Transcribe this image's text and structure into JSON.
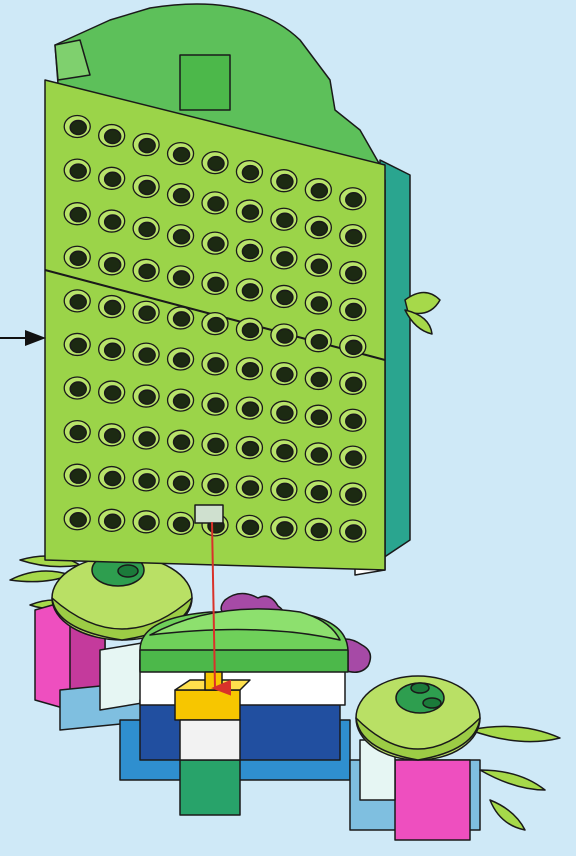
{
  "step": {
    "background_color": "#cfe9f7",
    "assembly_arrow": {
      "direction": "right",
      "meaning": "attach-sub-assembly"
    },
    "insertion_guide": {
      "color": "#d8322a",
      "meaning": "insert-into-clip"
    }
  },
  "parts": {
    "frame_panel": {
      "color": "#9bd449",
      "rows": 10,
      "columns": 9,
      "label": ""
    },
    "frame_top_arch": {
      "color": "#5dc05a"
    },
    "base_stand": {
      "color": "#5dc05a"
    },
    "clip_brick": {
      "color": "#f7c600"
    },
    "left_flower": {
      "color": "#c9e87a",
      "accent": "#ee4fbf"
    },
    "right_flower": {
      "color": "#c9e87a",
      "accent": "#ee4fbf"
    },
    "side_leaf": {
      "color": "#a6d94a"
    }
  },
  "icons": [
    "arrow-right-icon",
    "insertion-line-icon"
  ]
}
